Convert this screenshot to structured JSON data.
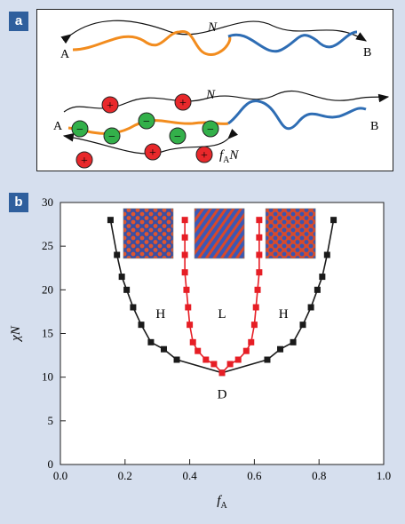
{
  "panel_a": {
    "label": "a",
    "top_chain": {
      "end_left": "A",
      "end_right": "B",
      "length_label": "N"
    },
    "bottom_chain": {
      "end_left": "A",
      "end_right": "B",
      "length_label": "N",
      "fraction_label_f": "f",
      "fraction_label_sub": "A",
      "fraction_label_tail": "N"
    },
    "charges": {
      "positive": "+",
      "negative": "−"
    },
    "colors": {
      "block_a": "#f28c1e",
      "block_b": "#2e6db4",
      "positive": "#e8282b",
      "negative": "#33b04a"
    }
  },
  "panel_b": {
    "label": "b",
    "colors": {
      "series_black": "#1a1a1a",
      "series_red": "#e61e25"
    },
    "region_labels": {
      "left_h": "H",
      "lamellar": "L",
      "right_h": "H",
      "disordered": "D"
    },
    "insets": [
      "hexagonal-morphology",
      "lamellar-morphology",
      "hexagonal-morphology"
    ]
  },
  "chart_data": {
    "type": "scatter",
    "xlabel_main": "f",
    "xlabel_sub": "A",
    "ylabel": "χN",
    "xlim": [
      0.0,
      1.0
    ],
    "ylim": [
      0,
      30
    ],
    "xticks": [
      "0.0",
      "0.2",
      "0.4",
      "0.6",
      "0.8",
      "1.0"
    ],
    "yticks": [
      "0",
      "5",
      "10",
      "15",
      "20",
      "25",
      "30"
    ],
    "grid": false,
    "series": [
      {
        "color": "#1a1a1a",
        "points": [
          [
            0.155,
            28
          ],
          [
            0.175,
            24
          ],
          [
            0.19,
            21.5
          ],
          [
            0.205,
            20
          ],
          [
            0.225,
            18
          ],
          [
            0.25,
            16
          ],
          [
            0.28,
            14
          ],
          [
            0.32,
            13.2
          ],
          [
            0.36,
            12
          ],
          [
            0.5,
            10.5
          ],
          [
            0.64,
            12
          ],
          [
            0.68,
            13.2
          ],
          [
            0.72,
            14
          ],
          [
            0.75,
            16
          ],
          [
            0.775,
            18
          ],
          [
            0.795,
            20
          ],
          [
            0.81,
            21.5
          ],
          [
            0.825,
            24
          ],
          [
            0.845,
            28
          ]
        ]
      },
      {
        "color": "#e61e25",
        "points": [
          [
            0.385,
            28
          ],
          [
            0.385,
            26
          ],
          [
            0.385,
            24
          ],
          [
            0.385,
            22
          ],
          [
            0.39,
            20
          ],
          [
            0.395,
            18
          ],
          [
            0.4,
            16
          ],
          [
            0.41,
            14
          ],
          [
            0.425,
            13
          ],
          [
            0.45,
            12
          ],
          [
            0.475,
            11.5
          ],
          [
            0.5,
            10.5
          ],
          [
            0.525,
            11.5
          ],
          [
            0.55,
            12
          ],
          [
            0.575,
            13
          ],
          [
            0.59,
            14
          ],
          [
            0.6,
            16
          ],
          [
            0.605,
            18
          ],
          [
            0.61,
            20
          ],
          [
            0.615,
            22
          ],
          [
            0.615,
            24
          ],
          [
            0.615,
            26
          ],
          [
            0.615,
            28
          ]
        ]
      }
    ]
  }
}
